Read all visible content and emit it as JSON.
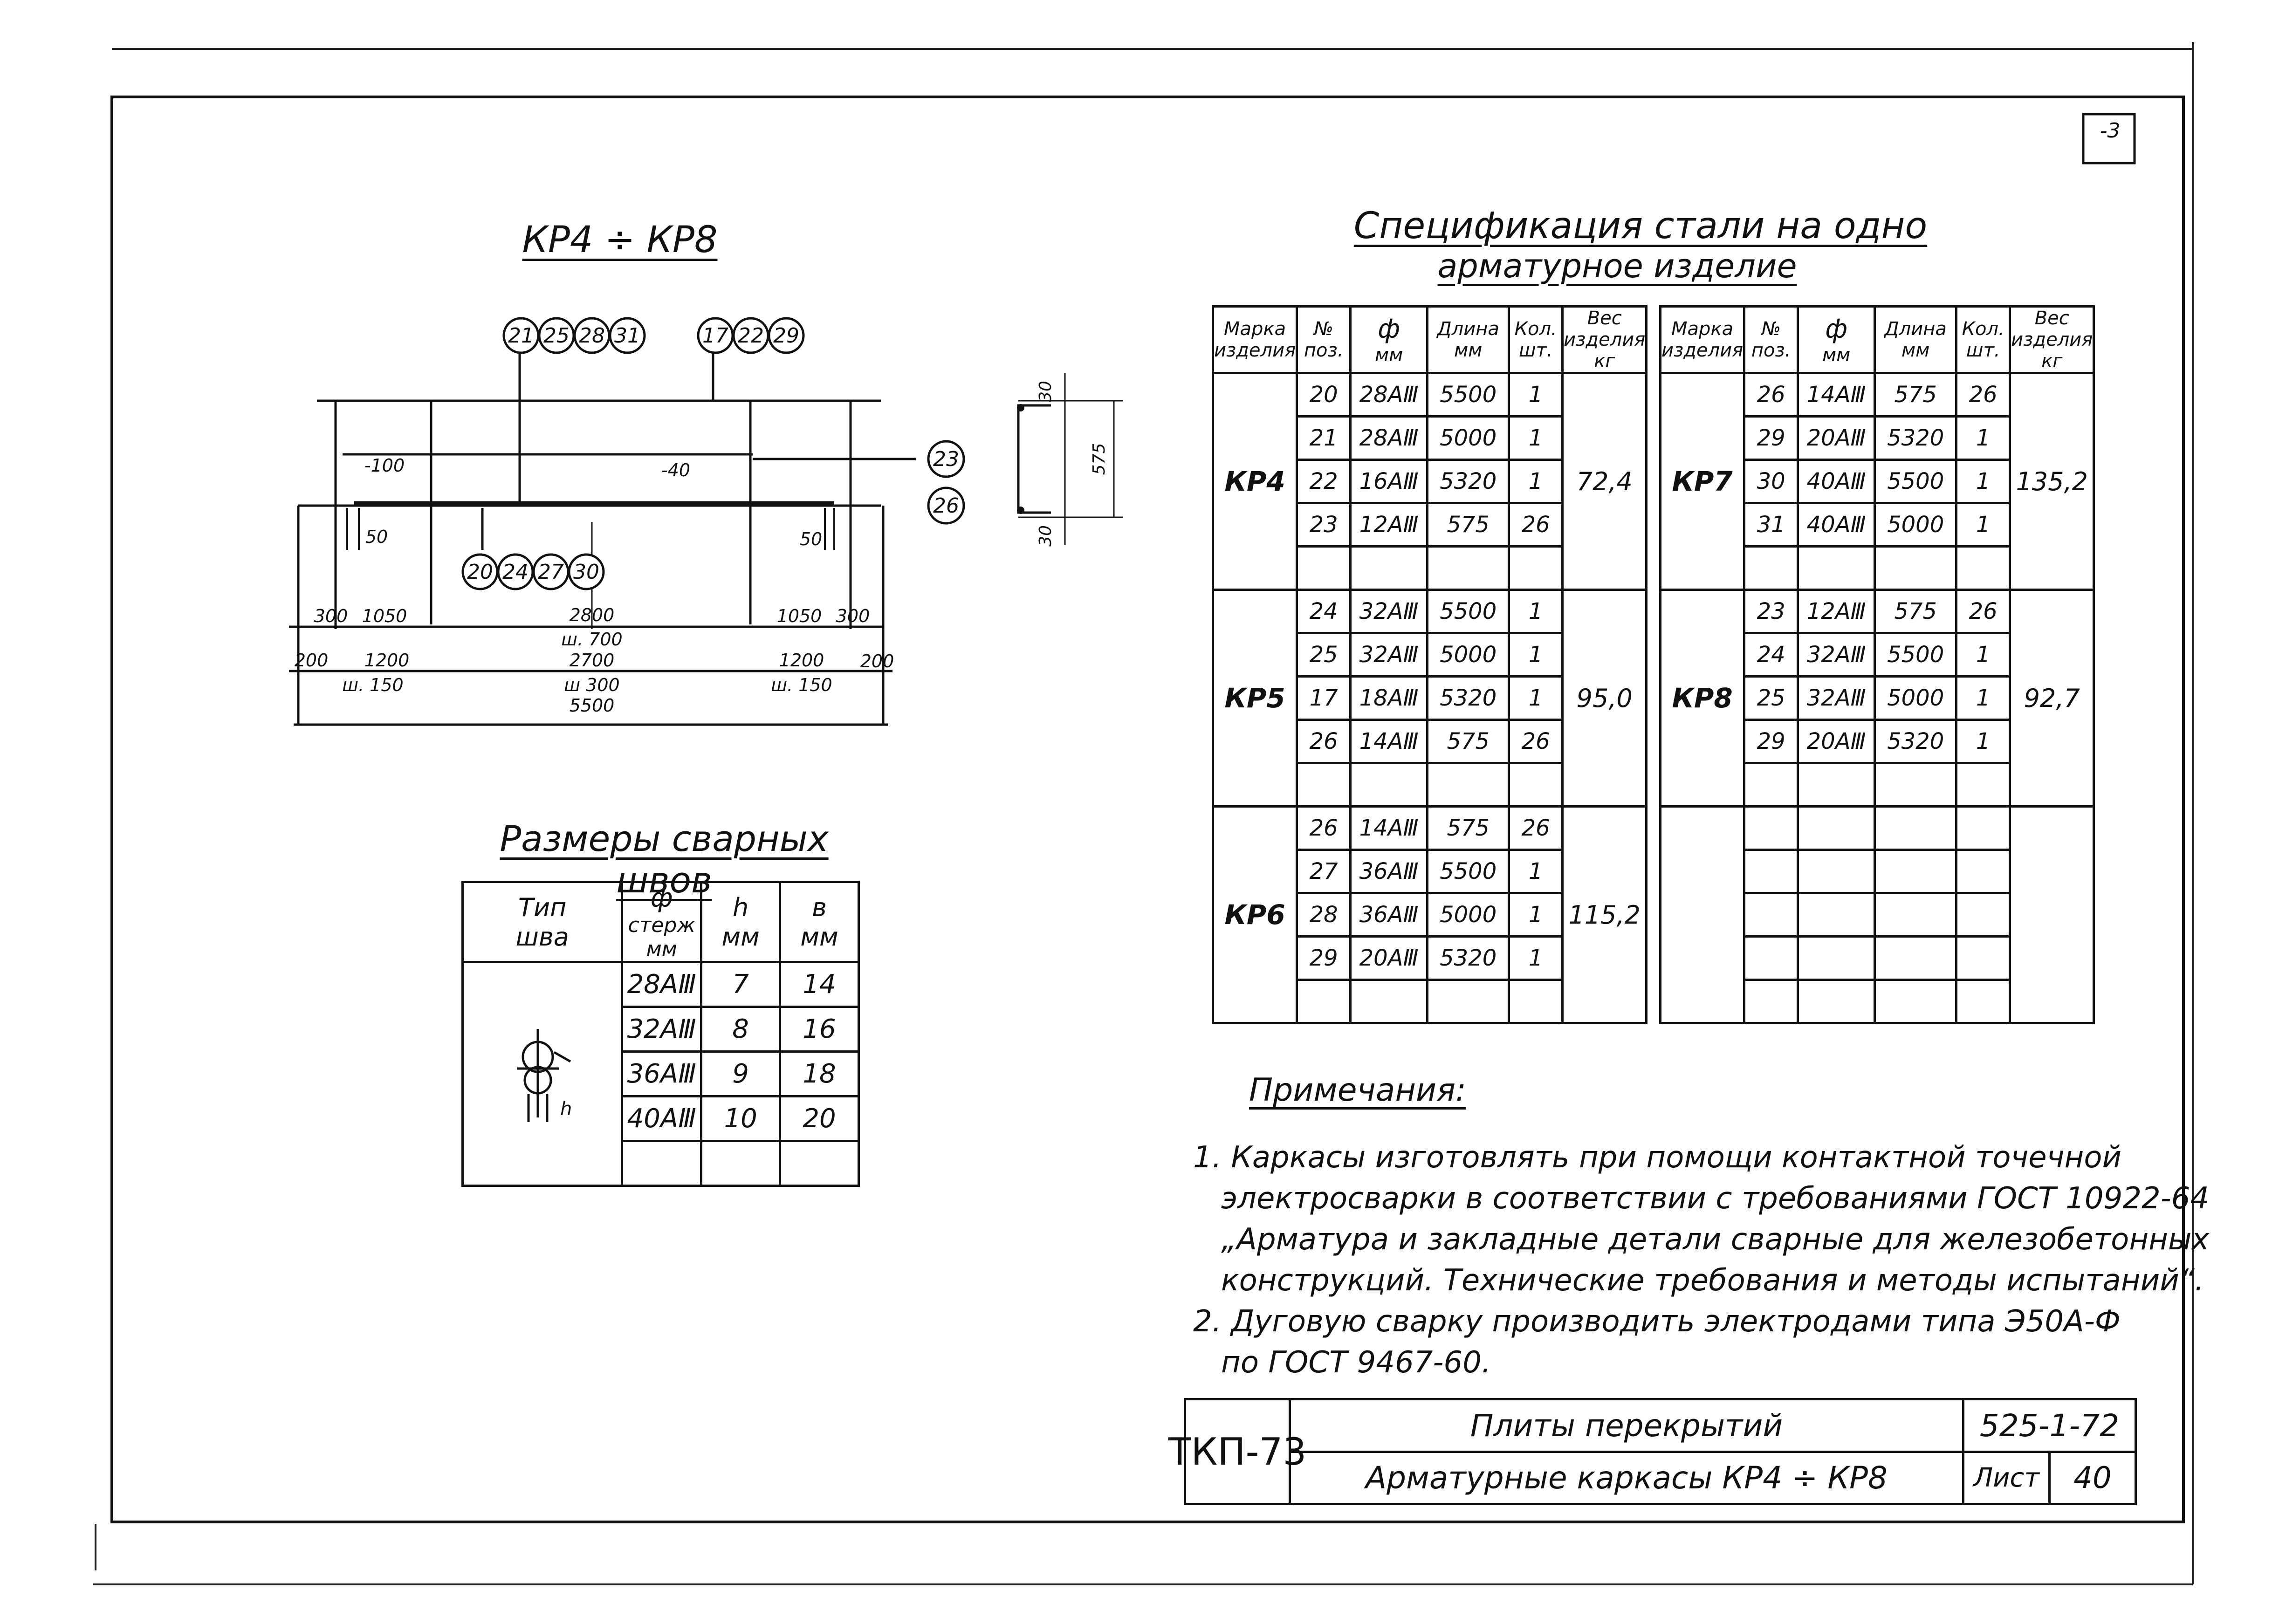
{
  "sheet_corner_mark": "-3",
  "frame_title": "КР4 ÷ КР8",
  "frame_drawing": {
    "tags_top_left": [
      "21",
      "25",
      "28",
      "31"
    ],
    "tags_top_right": [
      "17",
      "22",
      "29"
    ],
    "tags_bottom": [
      "20",
      "24",
      "27",
      "30"
    ],
    "tags_side": [
      "23",
      "26"
    ],
    "dim_offset_left": "-100",
    "dim_offset_mid": "-40",
    "dim_50_left": "50",
    "dim_50_right": "50",
    "row1": [
      "300",
      "1050",
      "2800",
      "1050",
      "300"
    ],
    "row1_sub": "ш. 700",
    "row2": [
      "200",
      "1200",
      "2700",
      "1200",
      "200"
    ],
    "row2_sub_left": "ш. 150",
    "row2_sub_mid": "ш 300",
    "row2_sub_right": "ш. 150",
    "total": "5500",
    "section_top": "30",
    "section_height": "575",
    "section_bottom": "30"
  },
  "weld_title": "Размеры сварных швов",
  "weld_table": {
    "h_type_1": "Тип",
    "h_type_2": "шва",
    "h_phi_1": "ф",
    "h_phi_2": "стерж",
    "h_phi_3": "мм",
    "h_h_1": "h",
    "h_h_2": "мм",
    "h_b_1": "в",
    "h_b_2": "мм",
    "sketch_label": "h",
    "rows": [
      {
        "phi": "28АⅢ",
        "h": "7",
        "b": "14"
      },
      {
        "phi": "32АⅢ",
        "h": "8",
        "b": "16"
      },
      {
        "phi": "36АⅢ",
        "h": "9",
        "b": "18"
      },
      {
        "phi": "40АⅢ",
        "h": "10",
        "b": "20"
      }
    ]
  },
  "spec_title_1": "Спецификация стали на одно",
  "spec_title_2": "арматурное изделие",
  "spec_headers": {
    "mark_1": "Марка",
    "mark_2": "изделия",
    "pos_1": "№",
    "pos_2": "поз.",
    "phi_1": "ф",
    "phi_2": "мм",
    "len_1": "Длина",
    "len_2": "мм",
    "qty_1": "Кол.",
    "qty_2": "шт.",
    "wt_1": "Вес",
    "wt_2": "изделия",
    "wt_3": "кг"
  },
  "spec_left": [
    {
      "mark": "КР4",
      "weight": "72,4",
      "rows": [
        {
          "pos": "20",
          "phi": "28АⅢ",
          "len": "5500",
          "qty": "1"
        },
        {
          "pos": "21",
          "phi": "28АⅢ",
          "len": "5000",
          "qty": "1"
        },
        {
          "pos": "22",
          "phi": "16АⅢ",
          "len": "5320",
          "qty": "1"
        },
        {
          "pos": "23",
          "phi": "12АⅢ",
          "len": "575",
          "qty": "26"
        }
      ]
    },
    {
      "mark": "КР5",
      "weight": "95,0",
      "rows": [
        {
          "pos": "24",
          "phi": "32АⅢ",
          "len": "5500",
          "qty": "1"
        },
        {
          "pos": "25",
          "phi": "32АⅢ",
          "len": "5000",
          "qty": "1"
        },
        {
          "pos": "17",
          "phi": "18АⅢ",
          "len": "5320",
          "qty": "1"
        },
        {
          "pos": "26",
          "phi": "14АⅢ",
          "len": "575",
          "qty": "26"
        }
      ]
    },
    {
      "mark": "КР6",
      "weight": "115,2",
      "rows": [
        {
          "pos": "26",
          "phi": "14АⅢ",
          "len": "575",
          "qty": "26"
        },
        {
          "pos": "27",
          "phi": "36АⅢ",
          "len": "5500",
          "qty": "1"
        },
        {
          "pos": "28",
          "phi": "36АⅢ",
          "len": "5000",
          "qty": "1"
        },
        {
          "pos": "29",
          "phi": "20АⅢ",
          "len": "5320",
          "qty": "1"
        }
      ]
    }
  ],
  "spec_right": [
    {
      "mark": "КР7",
      "weight": "135,2",
      "rows": [
        {
          "pos": "26",
          "phi": "14АⅢ",
          "len": "575",
          "qty": "26"
        },
        {
          "pos": "29",
          "phi": "20АⅢ",
          "len": "5320",
          "qty": "1"
        },
        {
          "pos": "30",
          "phi": "40АⅢ",
          "len": "5500",
          "qty": "1"
        },
        {
          "pos": "31",
          "phi": "40АⅢ",
          "len": "5000",
          "qty": "1"
        }
      ]
    },
    {
      "mark": "КР8",
      "weight": "92,7",
      "rows": [
        {
          "pos": "23",
          "phi": "12АⅢ",
          "len": "575",
          "qty": "26"
        },
        {
          "pos": "24",
          "phi": "32АⅢ",
          "len": "5500",
          "qty": "1"
        },
        {
          "pos": "25",
          "phi": "32АⅢ",
          "len": "5000",
          "qty": "1"
        },
        {
          "pos": "29",
          "phi": "20АⅢ",
          "len": "5320",
          "qty": "1"
        }
      ]
    },
    {
      "mark": "",
      "weight": "",
      "rows": []
    }
  ],
  "notes_title": "Примечания:",
  "notes": [
    "1. Каркасы изготовлять при помощи контактной точечной",
    "электросварки в соответствии с требованиями ГОСТ 10922-64",
    "„Арматура и закладные детали сварные для железобетонных",
    "конструкций. Технические требования и методы испытаний“.",
    "2. Дуговую сварку производить электродами типа Э50А-Ф",
    "по ГОСТ 9467-60."
  ],
  "title_block": {
    "code": "ТКП-73",
    "line1": "Плиты перекрытий",
    "line2": "Арматурные каркасы КР4 ÷ КР8",
    "doc_number": "525-1-72",
    "sheet_label": "Лист",
    "sheet_number": "40"
  }
}
